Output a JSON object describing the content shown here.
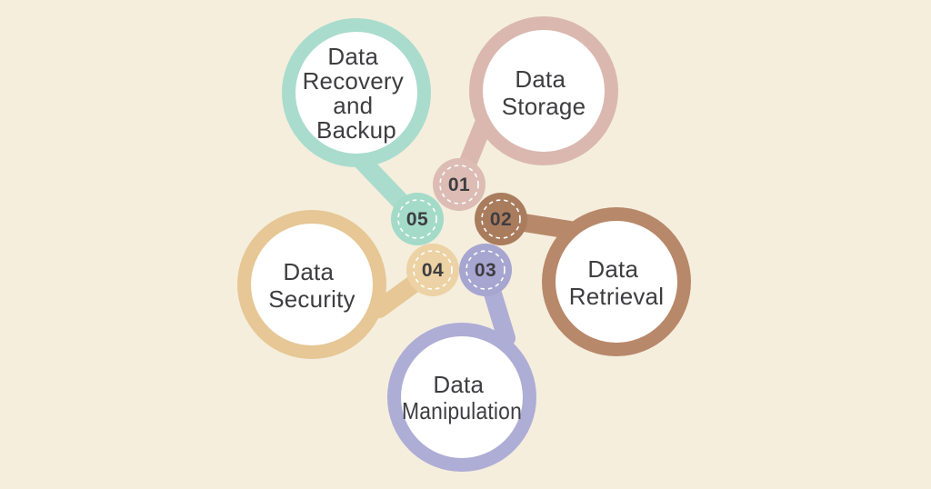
{
  "diagram": {
    "type": "circular-process-infographic",
    "topic": "Data management functions",
    "step_count": 5
  },
  "colors": {
    "background": "#f5eedd",
    "text": "#3e3d40",
    "circle_fill": "#ffffff",
    "dashed_ring": "#ffffff"
  },
  "nodes": [
    {
      "number": "01",
      "label": "Data Storage",
      "lines": [
        "Data",
        "Storage"
      ],
      "ring_color": "#dab8b0",
      "badge_color": "#dcbcb4"
    },
    {
      "number": "02",
      "label": "Data Retrieval",
      "lines": [
        "Data",
        "Retrieval"
      ],
      "ring_color": "#b8886a",
      "badge_color": "#aa7c5e"
    },
    {
      "number": "03",
      "label": "Data Manipulation",
      "lines": [
        "Data",
        "Manipulation"
      ],
      "ring_color": "#aeadd6",
      "badge_color": "#a7a6d1"
    },
    {
      "number": "04",
      "label": "Data Security",
      "lines": [
        "Data",
        "Security"
      ],
      "ring_color": "#e6c795",
      "badge_color": "#ecd2a4"
    },
    {
      "number": "05",
      "label": "Data Recovery and Backup",
      "lines": [
        "Data",
        "Recovery",
        "and",
        "Backup"
      ],
      "ring_color": "#a9dccd",
      "badge_color": "#a3dbc8"
    }
  ]
}
